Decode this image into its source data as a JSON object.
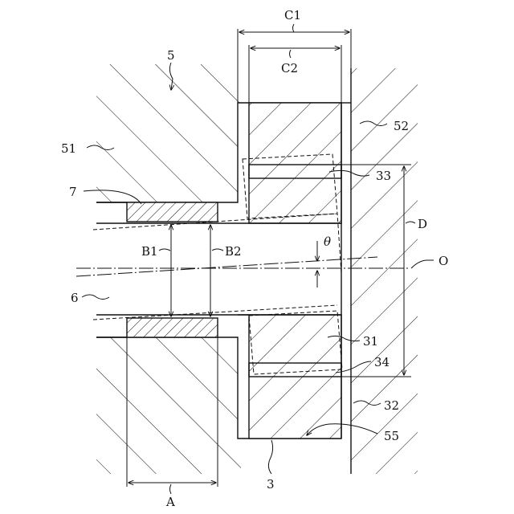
{
  "labels": {
    "c1": "C1",
    "c2": "C2",
    "five": "5",
    "fiftytwo": "52",
    "fiftyone": "51",
    "seven": "7",
    "thirtythree": "33",
    "d": "D",
    "b1": "B1",
    "b2": "B2",
    "theta": "θ",
    "o": "O",
    "six": "6",
    "thirtyone": "31",
    "thirtyfour": "34",
    "thirtytwo": "32",
    "fiftyfive": "55",
    "three": "3",
    "a": "A"
  }
}
